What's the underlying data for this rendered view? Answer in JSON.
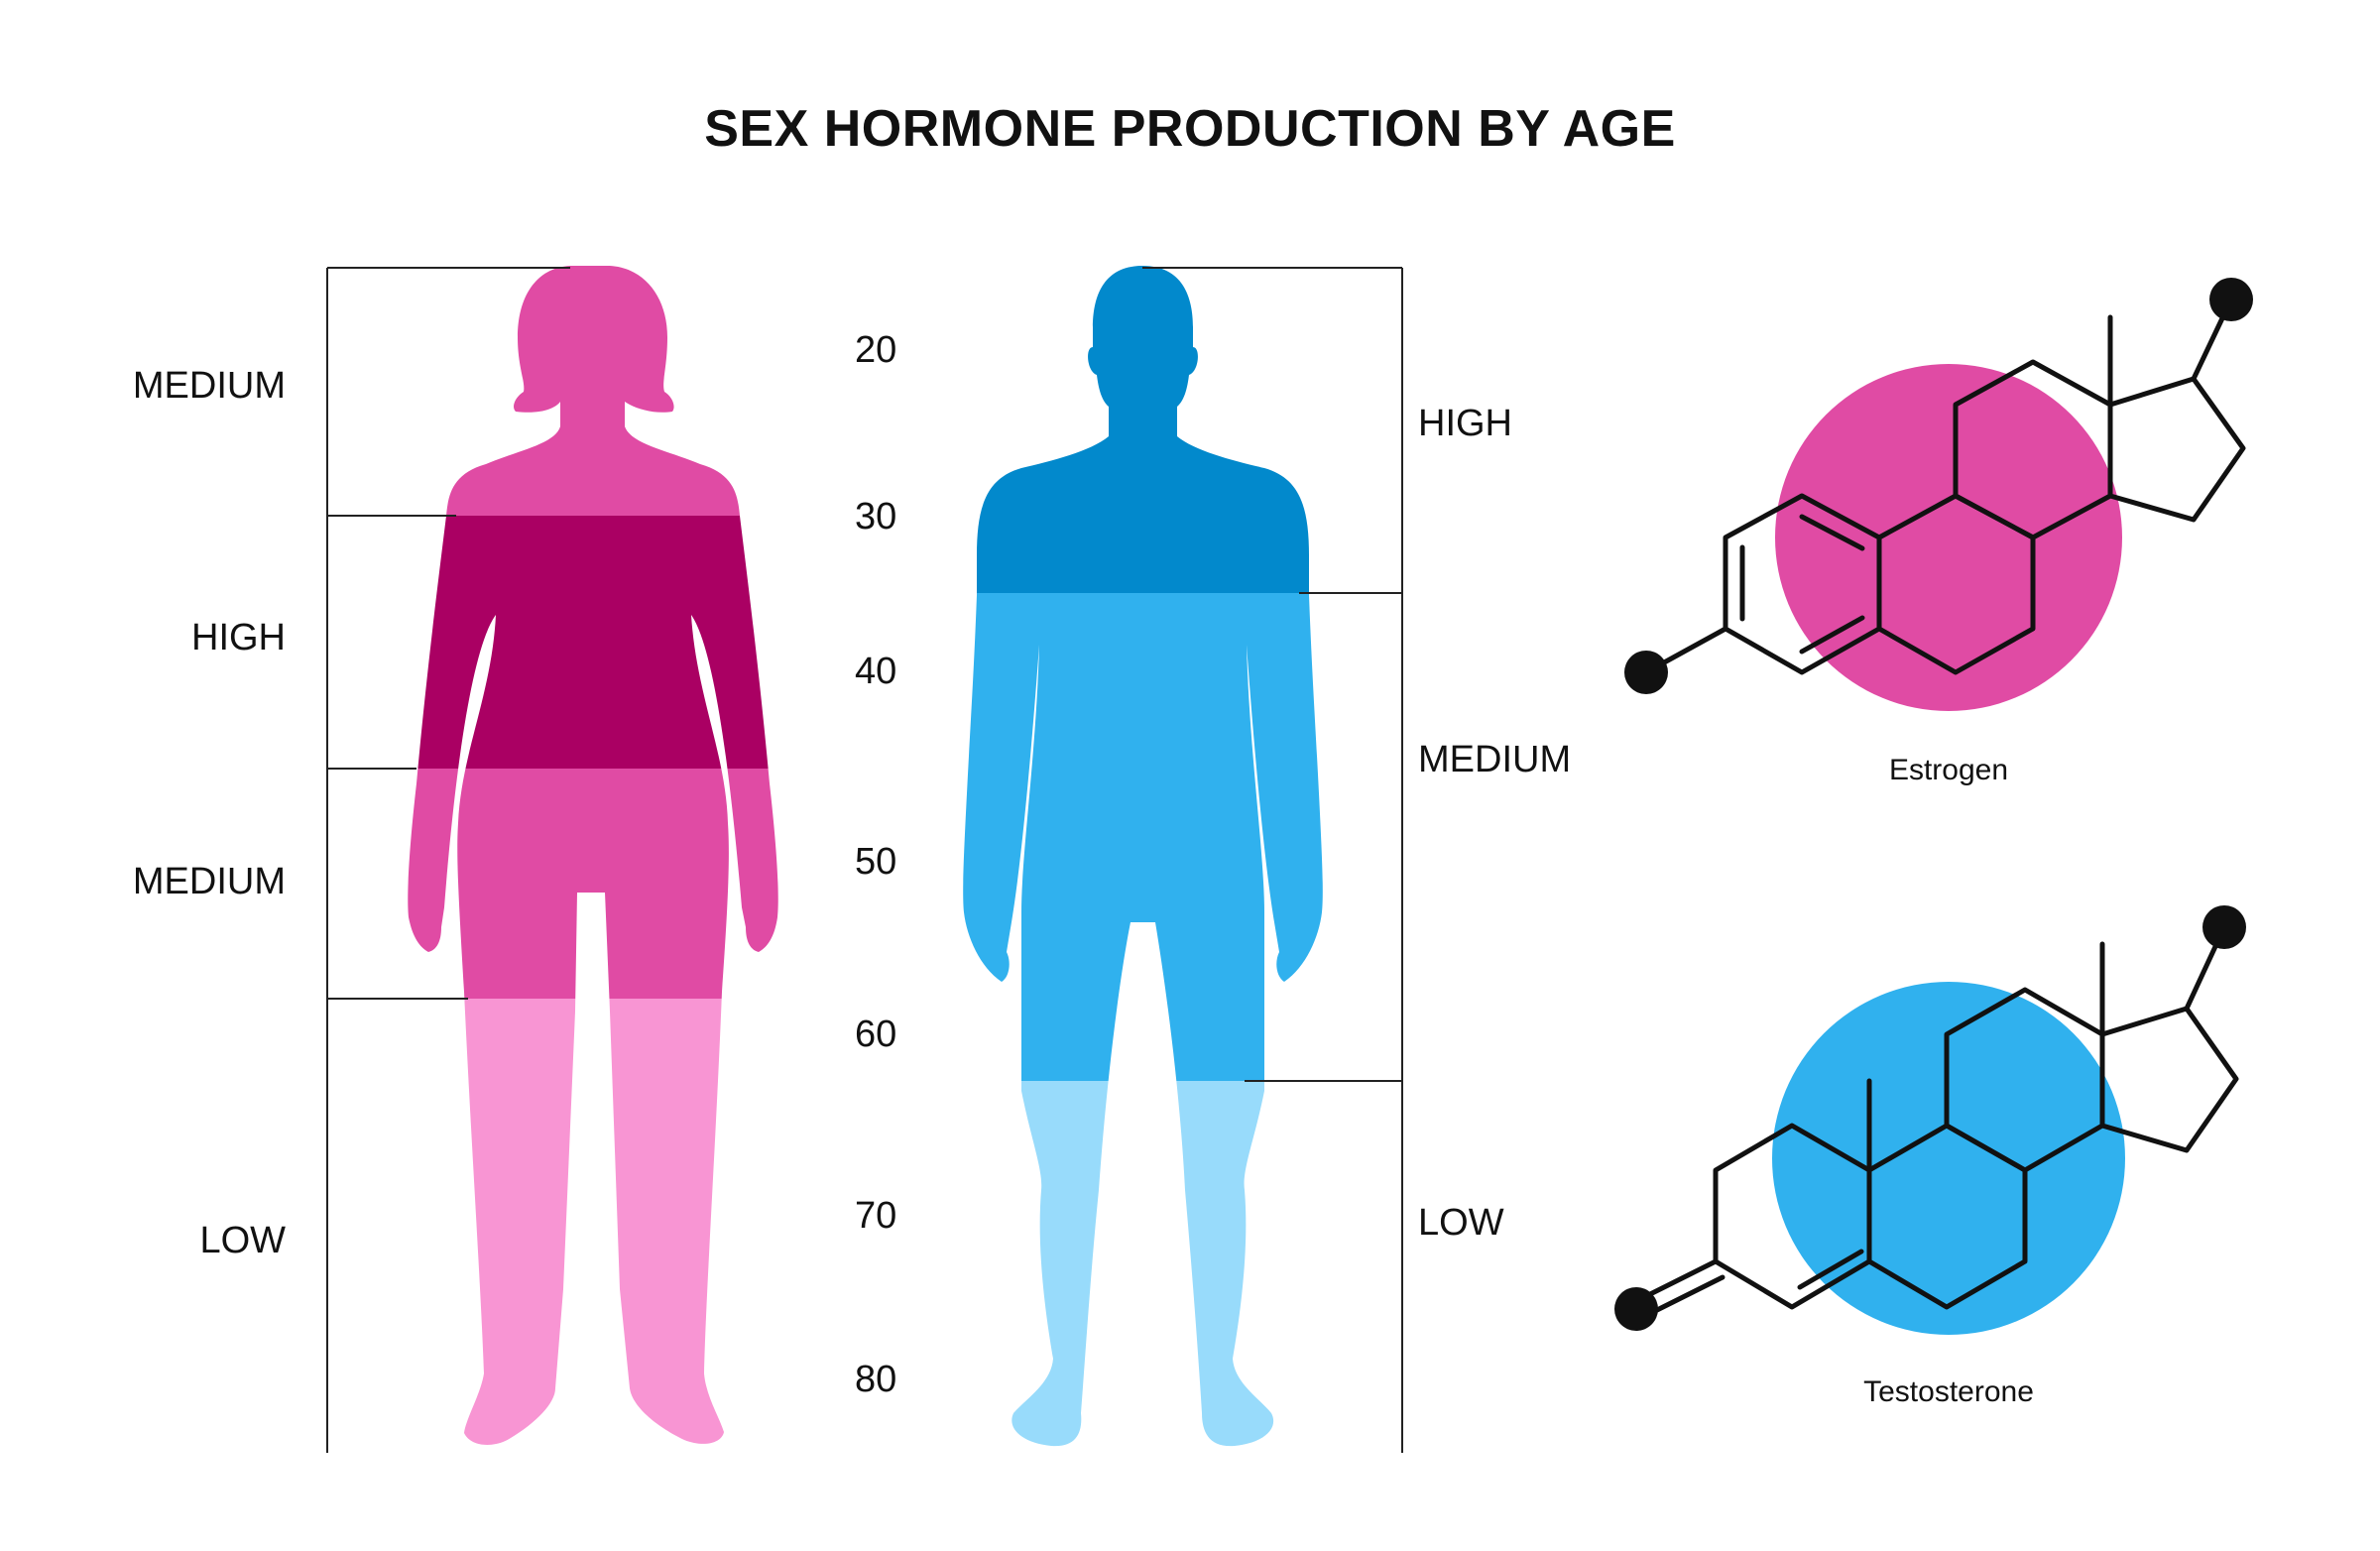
{
  "title": "SEX HORMONE PRODUCTION BY AGE",
  "female": {
    "levels": [
      "MEDIUM",
      "HIGH",
      "MEDIUM",
      "LOW"
    ],
    "colors": {
      "MEDIUM": "#e04ba4",
      "HIGH": "#aa0063",
      "LOW": "#f895d3"
    }
  },
  "male": {
    "levels": [
      "HIGH",
      "MEDIUM",
      "LOW"
    ],
    "colors": {
      "HIGH": "#0289cc",
      "MEDIUM": "#30b1ee",
      "LOW": "#98dbfb"
    }
  },
  "ages": [
    "20",
    "30",
    "40",
    "50",
    "60",
    "70",
    "80"
  ],
  "molecules": [
    {
      "name": "Estrogen",
      "circle_color": "#e04ba4"
    },
    {
      "name": "Testosterone",
      "circle_color": "#30b1ee"
    }
  ]
}
